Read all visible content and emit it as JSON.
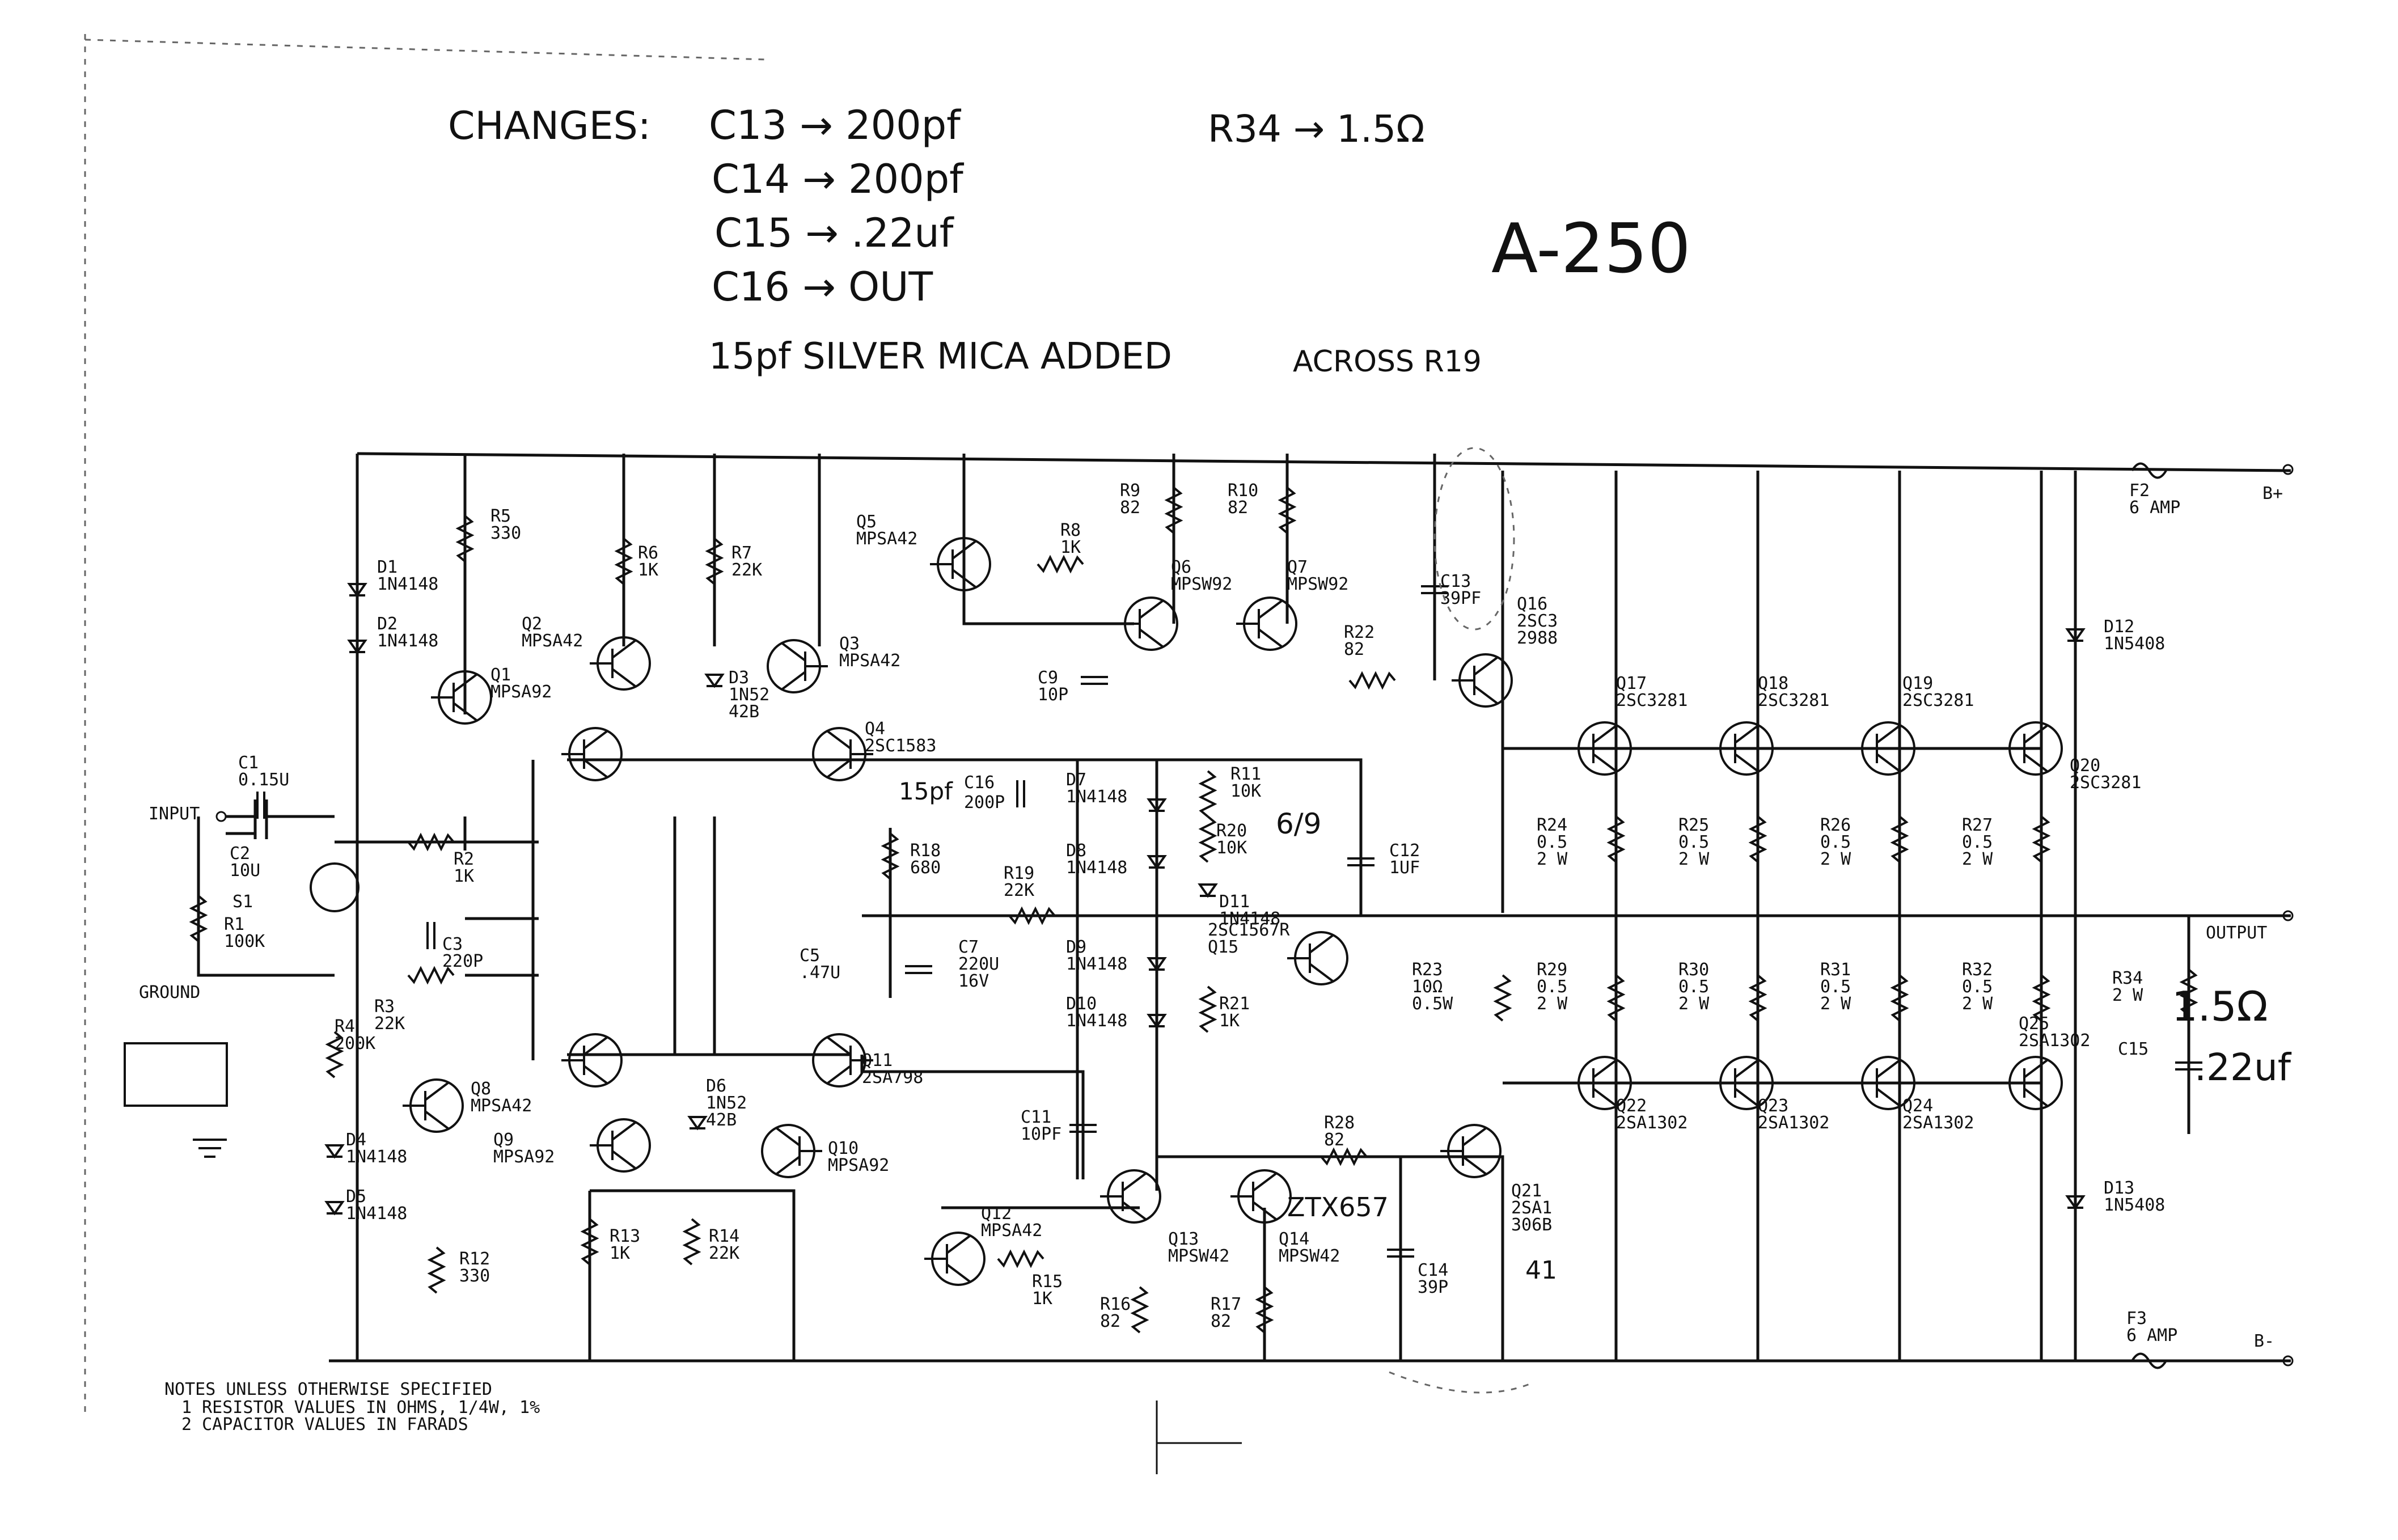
{
  "changes": {
    "heading": "CHANGES:",
    "lines": [
      "C13 → 200pf",
      "C14 → 200pf",
      "C15 → .22uf",
      "C16 → OUT"
    ],
    "r34": "R34 → 1.5Ω",
    "mica": "15pf SILVER MICA ADDED",
    "mica_tail": "ACROSS R19"
  },
  "model": "A-250",
  "notes": {
    "heading": "NOTES UNLESS OTHERWISE SPECIFIED",
    "line1": "1 RESISTOR VALUES IN OHMS, 1/4W, 1%",
    "line2": "2 CAPACITOR VALUES IN FARADS"
  },
  "terminals": {
    "input": "INPUT",
    "ground": "GROUND",
    "output": "OUTPUT",
    "bplus": "B+",
    "bminus": "B-",
    "f2": [
      "F2",
      "6 AMP"
    ],
    "f3": [
      "F3",
      "6 AMP"
    ],
    "s1": "S1"
  },
  "hand_notes": {
    "r34_value": "1.5Ω",
    "c15_value": ".22uf",
    "c16_value": "200P",
    "c16_15pf": "15pf",
    "r11_note": "6/9",
    "q14_sub": "ZTX657",
    "q21_note": "41"
  },
  "labels": {
    "r5": [
      "R5",
      "330"
    ],
    "d1": [
      "D1",
      "1N4148"
    ],
    "d2": [
      "D2",
      "1N4148"
    ],
    "q1": [
      "Q1",
      "MPSA92"
    ],
    "r6": [
      "R6",
      "1K"
    ],
    "r7": [
      "R7",
      "22K"
    ],
    "q2": [
      "Q2",
      "MPSA42"
    ],
    "d3": [
      "D3",
      "1N52",
      "42B"
    ],
    "q3": [
      "Q3",
      "MPSA42"
    ],
    "q5": [
      "Q5",
      "MPSA42"
    ],
    "r8": [
      "R8",
      "1K"
    ],
    "r9": [
      "R9",
      "82"
    ],
    "r10": [
      "R10",
      "82"
    ],
    "q6": [
      "Q6",
      "MPSW92"
    ],
    "q7": [
      "Q7",
      "MPSW92"
    ],
    "c13": [
      "C13",
      "39PF"
    ],
    "r22": [
      "R22",
      "82"
    ],
    "q16": [
      "Q16",
      "2SC3",
      "2988"
    ],
    "c9": [
      "C9",
      "10P"
    ],
    "q4": [
      "Q4",
      "2SC1583"
    ],
    "c1": [
      "C1",
      "0.15U"
    ],
    "c2": [
      "C2",
      "10U"
    ],
    "r2": [
      "R2",
      "1K"
    ],
    "r1": [
      "R1",
      "100K"
    ],
    "c3": [
      "C3",
      "220P"
    ],
    "r3": [
      "R3",
      "22K"
    ],
    "c16": [
      "C16"
    ],
    "d7": [
      "D7",
      "1N4148"
    ],
    "r11": [
      "R11",
      "10K"
    ],
    "r18": [
      "R18",
      "680"
    ],
    "r19": [
      "R19",
      "22K"
    ],
    "d8": [
      "D8",
      "1N4148"
    ],
    "r20": [
      "R20",
      "10K"
    ],
    "d11": [
      "D11",
      "1N4148"
    ],
    "q15": [
      "2SC1567R",
      "Q15"
    ],
    "c12": [
      "C12",
      "1UF"
    ],
    "c5": [
      "C5",
      ".47U"
    ],
    "c7": [
      "C7",
      "220U",
      "16V"
    ],
    "d9": [
      "D9",
      "1N4148"
    ],
    "d10": [
      "D10",
      "1N4148"
    ],
    "r21": [
      "R21",
      "1K"
    ],
    "r23": [
      "R23",
      "10Ω",
      "0.5W"
    ],
    "r4": [
      "R4",
      "200K"
    ],
    "q8": [
      "Q8",
      "MPSA42"
    ],
    "q11": [
      "Q11",
      "2SA798"
    ],
    "d4": [
      "D4",
      "1N4148"
    ],
    "q9": [
      "Q9",
      "MPSA92"
    ],
    "d6": [
      "D6",
      "1N52",
      "42B"
    ],
    "q10": [
      "Q10",
      "MPSA92"
    ],
    "d5": [
      "D5",
      "1N4148"
    ],
    "r12": [
      "R12",
      "330"
    ],
    "r13": [
      "R13",
      "1K"
    ],
    "r14": [
      "R14",
      "22K"
    ],
    "c11": [
      "C11",
      "10PF"
    ],
    "r28": [
      "R28",
      "82"
    ],
    "q12": [
      "Q12",
      "MPSA42"
    ],
    "r15": [
      "R15",
      "1K"
    ],
    "q13": [
      "Q13",
      "MPSW42"
    ],
    "q14": [
      "Q14",
      "MPSW42"
    ],
    "r16": [
      "R16",
      "82"
    ],
    "r17": [
      "R17",
      "82"
    ],
    "c14": [
      "C14",
      "39P"
    ],
    "q21": [
      "Q21",
      "2SA1",
      "306B"
    ],
    "q17": [
      "Q17",
      "2SC3281"
    ],
    "q18": [
      "Q18",
      "2SC3281"
    ],
    "q19": [
      "Q19",
      "2SC3281"
    ],
    "q20": [
      "Q20",
      "2SC3281"
    ],
    "r24": [
      "R24",
      "0.5",
      "2 W"
    ],
    "r25": [
      "R25",
      "0.5",
      "2 W"
    ],
    "r26": [
      "R26",
      "0.5",
      "2 W"
    ],
    "r27": [
      "R27",
      "0.5",
      "2 W"
    ],
    "r29": [
      "R29",
      "0.5",
      "2 W"
    ],
    "r30": [
      "R30",
      "0.5",
      "2 W"
    ],
    "r31": [
      "R31",
      "0.5",
      "2 W"
    ],
    "r32": [
      "R32",
      "0.5",
      "2 W"
    ],
    "q22": [
      "Q22",
      "2SA1302"
    ],
    "q23": [
      "Q23",
      "2SA1302"
    ],
    "q24": [
      "Q24",
      "2SA1302"
    ],
    "q25": [
      "Q25",
      "2SA1302"
    ],
    "r34": [
      "R34",
      "2 W"
    ],
    "c15": [
      "C15"
    ],
    "d12": [
      "D12",
      "1N5408"
    ],
    "d13": [
      "D13",
      "1N5408"
    ]
  }
}
